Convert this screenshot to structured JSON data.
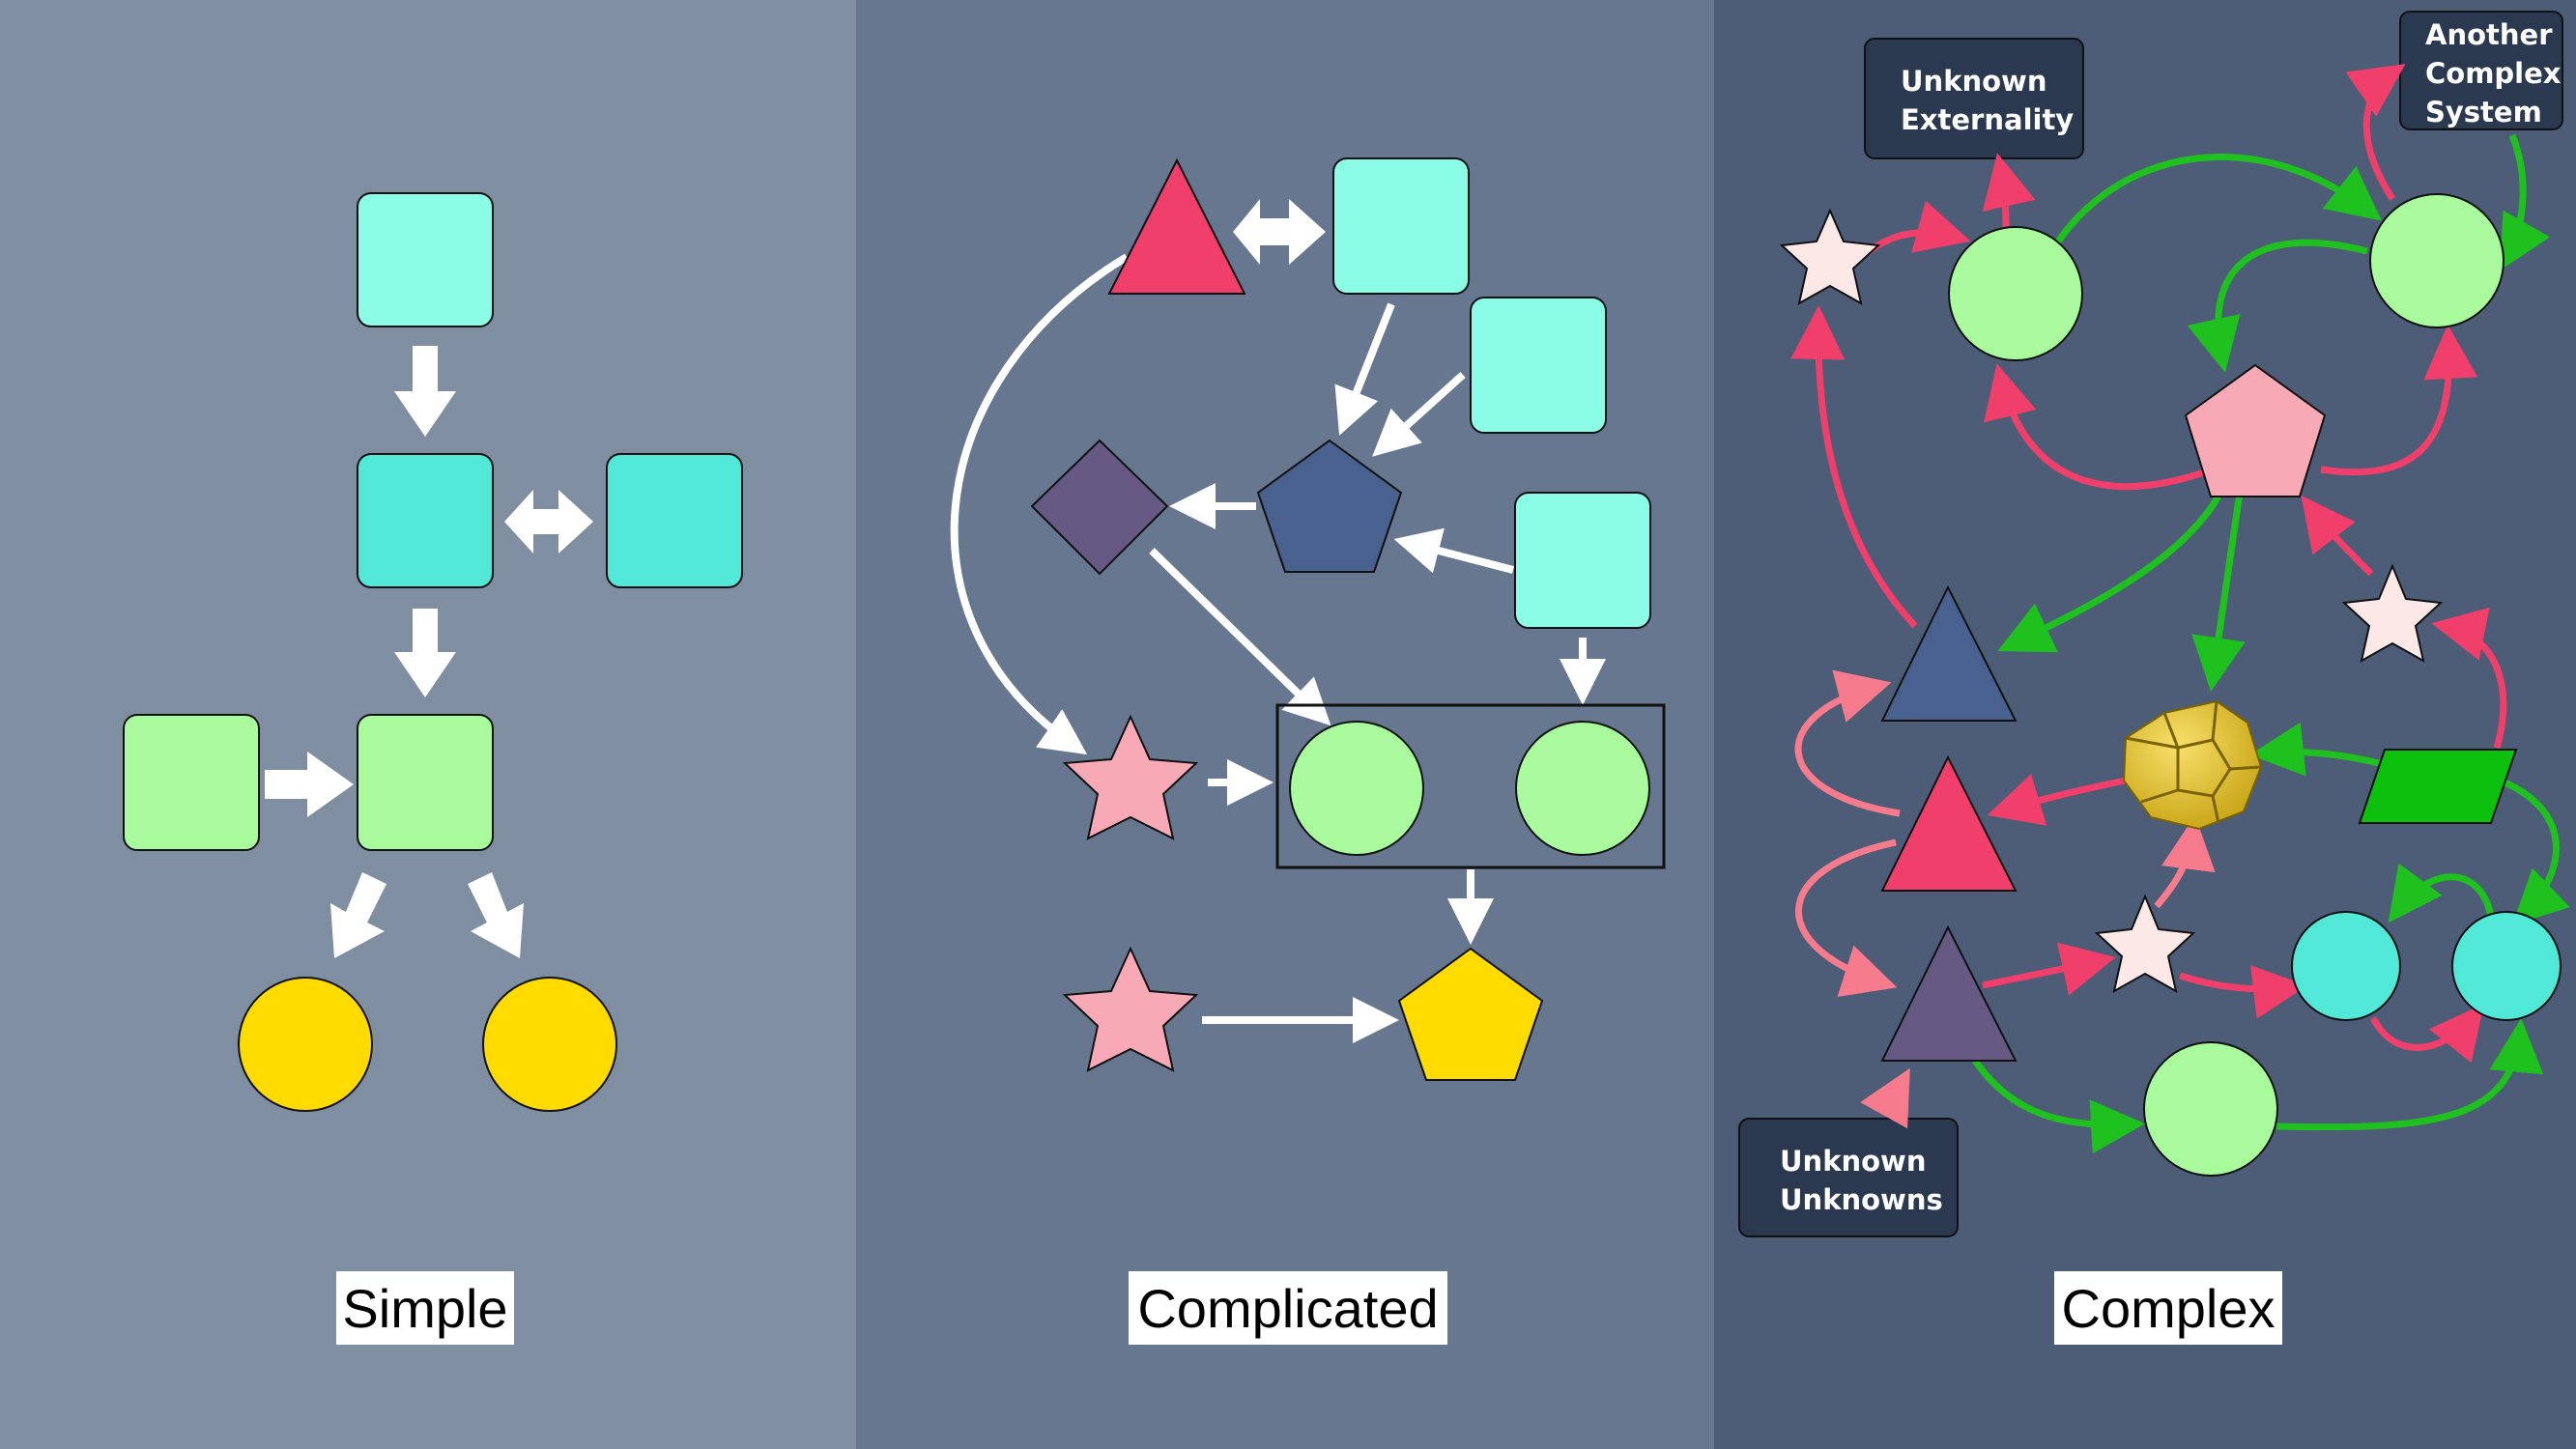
{
  "panels": {
    "simple": {
      "label": "Simple",
      "bg": "#808ea1"
    },
    "complicated": {
      "label": "Complicated",
      "bg": "#66778f"
    },
    "complex": {
      "label": "Complex",
      "bg": "#4d5d78"
    }
  },
  "external_labels": {
    "unknown_externality": [
      "Unknown",
      "Externality"
    ],
    "another_complex_system": [
      "Another",
      "Complex",
      "System"
    ],
    "unknown_unknowns": [
      "Unknown",
      "Unknowns"
    ]
  },
  "colors": {
    "teal_light": "#8bfde6",
    "teal_mid": "#52e8d8",
    "green_light": "#a8fa9c",
    "gold": "#ffdb00",
    "pink_red": "#ef3f6a",
    "pink": "#f7a9b6",
    "navy": "#48618e",
    "purple": "#665a85",
    "star_light": "#fce8e6",
    "green_dark": "#0dc00d",
    "arrow_green": "#1fc11f",
    "arrow_red": "#ef3f6a",
    "arrow_pink": "#f57b8d",
    "label_box": "#2b3950"
  }
}
